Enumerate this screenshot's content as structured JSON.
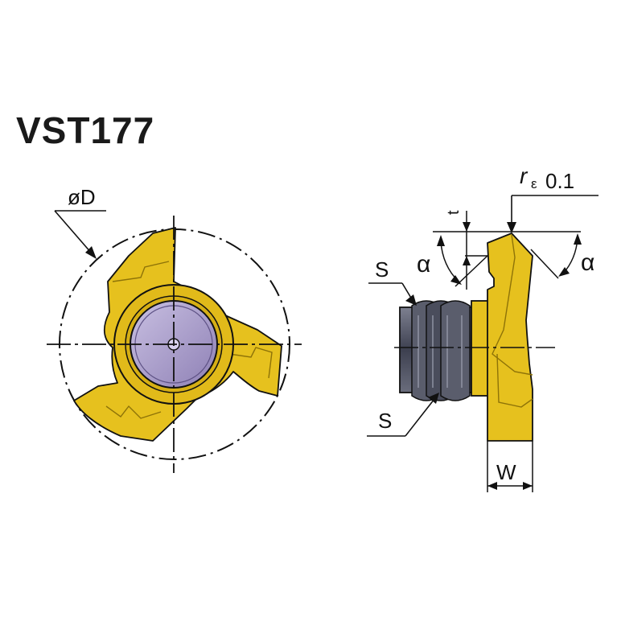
{
  "title": "VST177",
  "labels": {
    "diameter": "øD",
    "corner_radius_symbol": "r",
    "corner_radius_sub": "ε",
    "corner_radius_value": "0.1",
    "depth": "t",
    "angle_left": "α",
    "angle_right": "α",
    "section_top": "S",
    "section_bottom": "S",
    "width": "W"
  },
  "colors": {
    "insert_gold": "#E6C11E",
    "insert_gold_dark": "#B8940C",
    "bore_violet": "#A89ACB",
    "thread_dark": "#4A4D5C",
    "line": "#111111"
  }
}
